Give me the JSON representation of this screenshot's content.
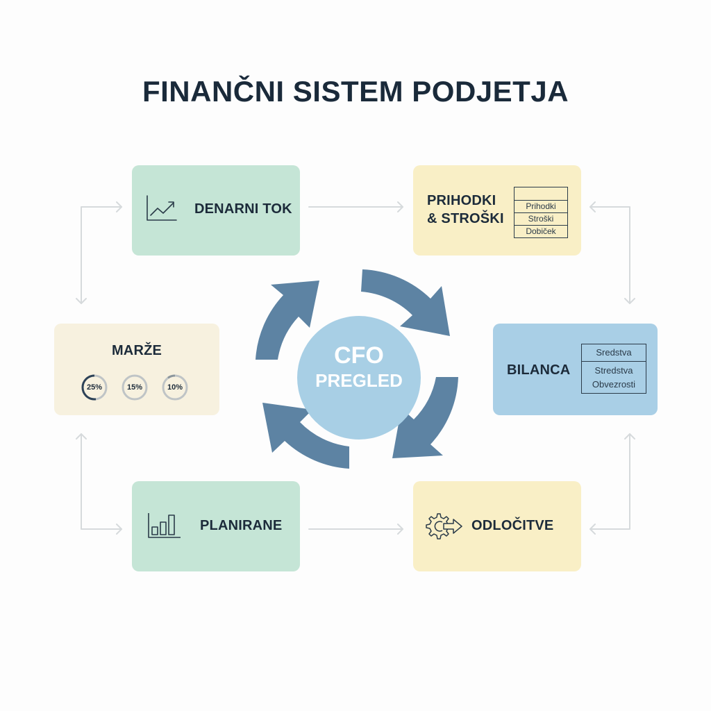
{
  "title": "FINANČNI SISTEM PODJETJA",
  "center": {
    "line1": "CFO",
    "line2": "PREGLED",
    "circle_color": "#a8cfe5",
    "arrow_color": "#5d83a3"
  },
  "nodes": {
    "cashflow": {
      "label": "DENARNI TOK",
      "icon": "line-chart-icon",
      "color": "#c5e5d6"
    },
    "income": {
      "label_line1": "PRIHODKI",
      "label_line2": "& STROŠKI",
      "table": [
        "",
        "Prihodki",
        "Stroški",
        "Dobiček"
      ],
      "color": "#f9efc6"
    },
    "margins": {
      "label": "MARŽE",
      "rings": [
        {
          "value": "25%",
          "pct": 25
        },
        {
          "value": "15%",
          "pct": 15
        },
        {
          "value": "10%",
          "pct": 10
        }
      ],
      "color": "#f7f1df"
    },
    "balance": {
      "label": "BILANCA",
      "table_header": "Sredstva",
      "table_row1": "Stredstva",
      "table_row2": "Obvezrosti",
      "color": "#a9cfe6"
    },
    "planning": {
      "label": "PLANIRANE",
      "icon": "bar-chart-icon",
      "color": "#c5e5d6"
    },
    "decisions": {
      "label": "ODLOČITVE",
      "icon": "gear-arrow-icon",
      "color": "#f9efc6"
    }
  },
  "connector_color": "#d6dadc"
}
